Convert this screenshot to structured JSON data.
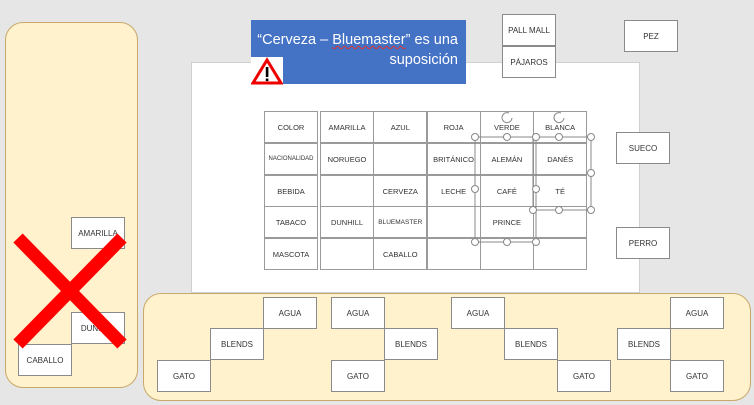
{
  "banner": {
    "part1": "“Cerveza – ",
    "part2": "Bluemaster",
    "part3": "” es una suposición",
    "icon": "warning-icon"
  },
  "table": {
    "labels": [
      "COLOR",
      "NACIONALIDAD",
      "BEBIDA",
      "TABACO",
      "MASCOTA"
    ],
    "rows": [
      [
        "AMARILLA",
        "AZUL",
        "ROJA",
        "VERDE",
        "BLANCA"
      ],
      [
        "NORUEGO",
        "",
        "BRITÁNICO",
        "ALEMÁN",
        "DANÉS"
      ],
      [
        "",
        "CERVEZA",
        "LECHE",
        "CAFÉ",
        "TÉ"
      ],
      [
        "DUNHILL",
        "BLUEMASTER",
        "",
        "PRINCE",
        ""
      ],
      [
        "",
        "CABALLO",
        "",
        "",
        ""
      ]
    ]
  },
  "floating": {
    "pall_mall": "PALL MALL",
    "pajaros": "PÁJAROS",
    "pez": "PEZ",
    "sueco": "SUECO",
    "perro": "PERRO"
  },
  "discarded": {
    "amarilla": "AMARILLA",
    "dunhill": "DUNHILL",
    "caballo": "CABALLO"
  },
  "options": [
    {
      "agua": "AGUA",
      "blends": "BLENDS",
      "gato": "GATO"
    },
    {
      "agua": "AGUA",
      "blends": "BLENDS",
      "gato": "GATO"
    },
    {
      "agua": "AGUA",
      "blends": "BLENDS",
      "gato": "GATO"
    },
    {
      "agua": "AGUA",
      "blends": "BLENDS",
      "gato": "GATO"
    }
  ],
  "colors": {
    "banner": "#4472c4",
    "panel": "#fff2cc",
    "cross": "#ff0000"
  }
}
